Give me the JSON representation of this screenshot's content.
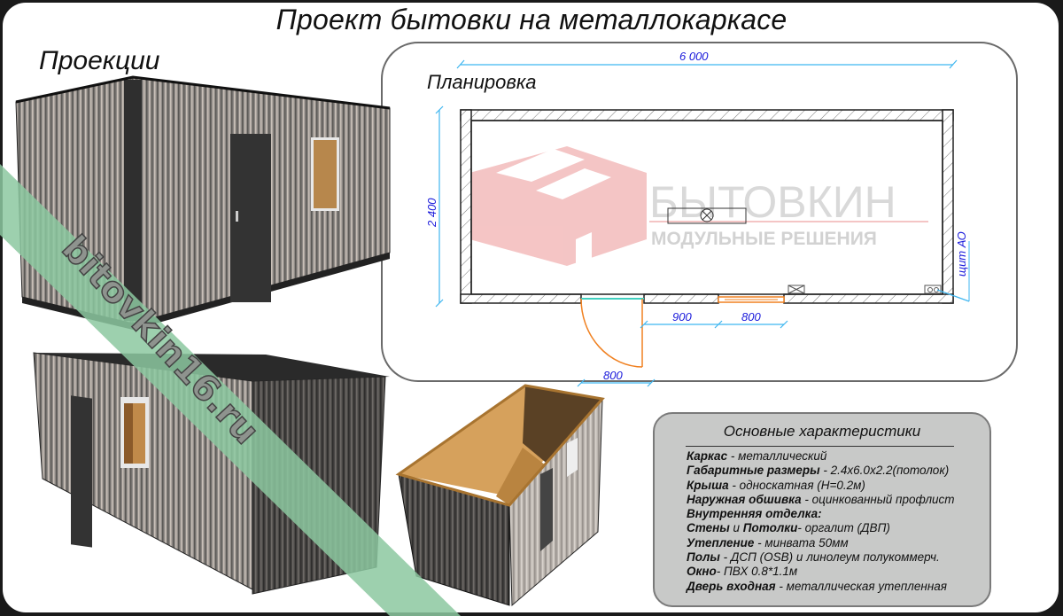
{
  "title": "Проект бытовки на металлокаркасе",
  "projections": {
    "label": "Проекции",
    "views": [
      "front-side-view",
      "rear-side-view",
      "open-top-view"
    ]
  },
  "plan": {
    "label": "Планировка",
    "dimensions": {
      "length": "6 000",
      "width": "2 400",
      "door_offset": "900",
      "window_width": "800",
      "door_width": "800"
    },
    "panel_label": "щит АО",
    "logo": {
      "name": "БЫТОВКИН",
      "subtitle": "МОДУЛЬНЫЕ РЕШЕНИЯ",
      "color": "#f2b5b5"
    }
  },
  "watermark": "bitovkin16.ru",
  "specs": {
    "title": "Основные характеристики",
    "items": [
      {
        "key": "Каркас",
        "sep": " - ",
        "value": "металлический"
      },
      {
        "key": "Габаритные размеры",
        "sep": " - ",
        "value": "2.4x6.0x2.2(потолок)"
      },
      {
        "key": "Крыша",
        "sep": " - ",
        "value": "односкатная (Н=0.2м)"
      },
      {
        "key": "Наружная обшивка",
        "sep": " - ",
        "value": "оцинкованный профлист"
      },
      {
        "key": "Внутренняя отделка:",
        "sep": "",
        "value": ""
      },
      {
        "key": "Стены",
        "mid": " и ",
        "key2": "Потолки",
        "sep": "- ",
        "value": "оргалит (ДВП)"
      },
      {
        "key": "Утепление",
        "sep": " - ",
        "value": "минвата 50мм"
      },
      {
        "key": "Полы",
        "sep": " - ",
        "value": "ДСП (OSB) и линолеум полукоммерч."
      },
      {
        "key": "Окно",
        "sep": "- ",
        "value": "ПВХ 0.8*1.1м"
      },
      {
        "key": "Дверь входная",
        "sep": " - ",
        "value": "металлическая утепленная"
      }
    ]
  },
  "colors": {
    "dimension_line": "#3fb6f0",
    "dimension_text": "#1a1adb",
    "door_swing": "#f08020",
    "glazing": "#40d0c0",
    "watermark_band": "#8cc8a0",
    "spec_panel": "#c8c9c8"
  }
}
